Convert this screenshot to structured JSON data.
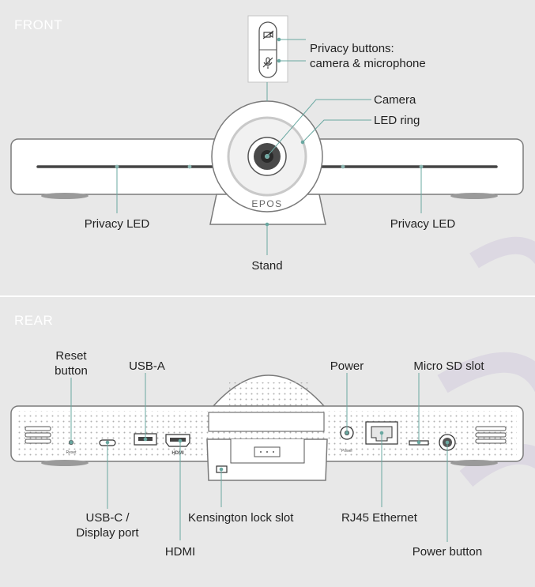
{
  "front": {
    "title": "FRONT",
    "labels": {
      "privacy_buttons": "Privacy buttons:",
      "privacy_buttons_2": "camera & microphone",
      "camera": "Camera",
      "led_ring": "LED ring",
      "privacy_led_left": "Privacy LED",
      "privacy_led_right": "Privacy LED",
      "stand": "Stand"
    },
    "brand": "EPOS"
  },
  "rear": {
    "title": "REAR",
    "labels": {
      "reset_1": "Reset",
      "reset_2": "button",
      "usb_a": "USB-A",
      "power": "Power",
      "micro_sd": "Micro SD slot",
      "usb_c_1": "USB-C /",
      "usb_c_2": "Display port",
      "kensington": "Kensington lock slot",
      "rj45": "RJ45 Ethernet",
      "hdmi": "HDMI",
      "power_button": "Power button"
    },
    "port_texts": {
      "reset": "Reset",
      "hdmi": "HDMI",
      "power": "Power"
    }
  }
}
